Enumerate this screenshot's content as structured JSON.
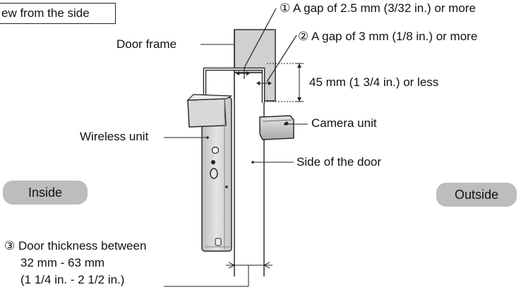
{
  "title": "ew from the side",
  "labels": {
    "door_frame": "Door frame",
    "gap1": "① A gap of 2.5 mm (3/32 in.) or more",
    "gap2": "② A gap of 3 mm (1/8 in.) or more",
    "height": "45 mm (1 3/4 in.) or less",
    "camera_unit": "Camera unit",
    "wireless_unit": "Wireless unit",
    "side_of_door": "Side of the door",
    "thickness_line1": "③ Door thickness between",
    "thickness_line2": "32 mm - 63 mm",
    "thickness_line3": "(1 1/4 in. - 2 1/2 in.)"
  },
  "badges": {
    "inside": "Inside",
    "outside": "Outside"
  },
  "colors": {
    "unit_fill": "#d6d6d6",
    "badge_fill": "#bdbdbd",
    "line": "#222222"
  }
}
